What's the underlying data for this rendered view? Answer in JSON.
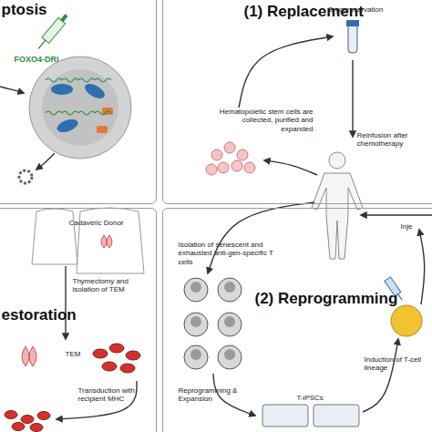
{
  "diagram": {
    "nodes": [
      {
        "text": [
          "ptosis",
          "FOXO4-DRI"
        ]
      },
      {
        "text": [
          "(1) Replacement",
          "Cryopreservation",
          "Hematopoietic stem cells are collected, purified and expanded",
          "Reinfusion after chemotherapy"
        ]
      },
      {
        "text": [
          "Cadaveric Donor",
          "Thymectomy and isolation of TEM",
          "estoration",
          "TEM",
          "Transduction with recipient MHC"
        ]
      },
      {
        "text": [
          "Isolation of senescent and exhausted anti-gen-specific T cells",
          "(2) Reprogramming",
          "Reprogramming & Expansion",
          "T-iPSCs",
          "Induction of T-cell lineage",
          "Inje"
        ]
      }
    ]
  }
}
